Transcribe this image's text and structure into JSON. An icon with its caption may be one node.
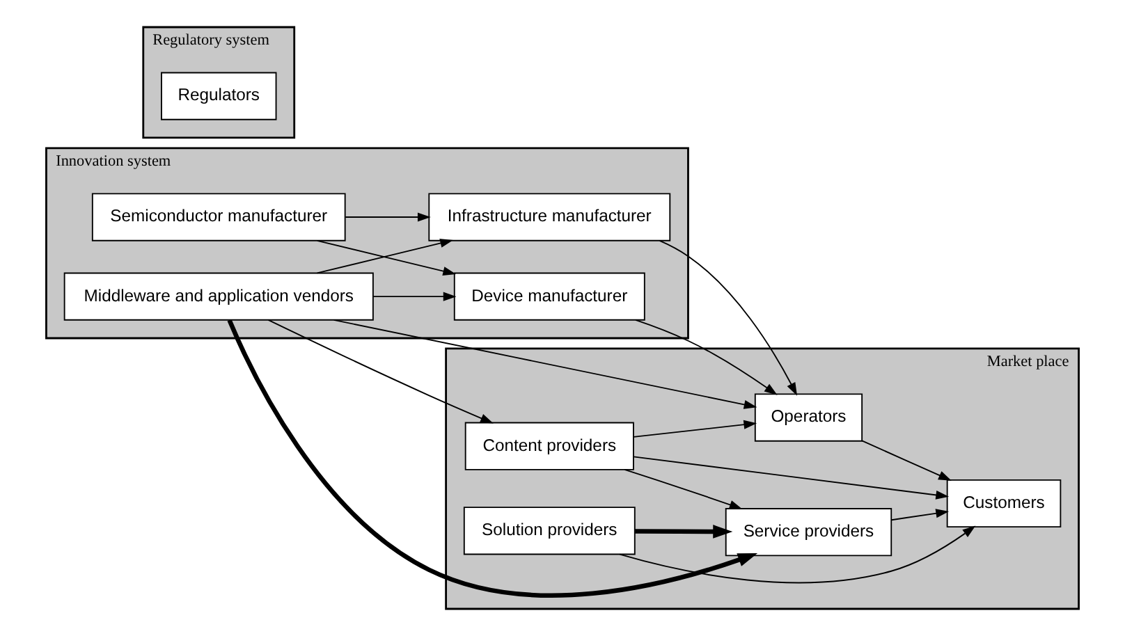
{
  "diagram": {
    "nodes": [
      {
        "text": [
          "Innovation system"
        ]
      },
      {
        "text": [
          "Device manufacturer"
        ],
        "in": 0
      },
      {
        "text": [
          "Semiconductor manufacturer"
        ],
        "in": 0
      },
      {
        "text": [
          "Middleware and application vendors"
        ],
        "in": 0
      },
      {
        "text": [
          "Infrastructure manufacturer"
        ],
        "in": 0
      },
      {
        "text": [
          "Market place"
        ]
      },
      {
        "text": [
          "Operators"
        ],
        "in": 5
      },
      {
        "text": [
          "Customers"
        ],
        "in": 5
      },
      {
        "text": [
          "Content providers"
        ],
        "in": 5
      },
      {
        "text": [
          "Solution providers"
        ],
        "in": 5
      },
      {
        "text": [
          "Service providers"
        ],
        "in": 5
      },
      {
        "text": [
          "Regulatory system"
        ]
      },
      {
        "text": [
          "Regulators"
        ],
        "in": 11
      }
    ],
    "edges": [
      {
        "from": 2,
        "to": 1,
        "arrow": "to"
      },
      {
        "from": 2,
        "to": 4,
        "arrow": "to"
      },
      {
        "from": 3,
        "to": 1,
        "arrow": "to"
      },
      {
        "from": 3,
        "to": 4,
        "arrow": "to"
      },
      {
        "from": 1,
        "to": 6,
        "arrow": "to"
      },
      {
        "from": 4,
        "to": 6,
        "arrow": "to"
      },
      {
        "from": 3,
        "to": 6,
        "arrow": "to"
      },
      {
        "from": 3,
        "to": 8,
        "arrow": "to"
      },
      {
        "from": 3,
        "to": 10,
        "arrow": "to",
        "style": "thick"
      },
      {
        "from": 9,
        "to": 10,
        "arrow": "to",
        "style": "thick"
      },
      {
        "from": 8,
        "to": 6,
        "arrow": "to"
      },
      {
        "from": 8,
        "to": 10,
        "arrow": "to"
      },
      {
        "from": 6,
        "to": 7,
        "arrow": "to"
      },
      {
        "from": 8,
        "to": 7,
        "arrow": "to"
      },
      {
        "from": 10,
        "to": 7,
        "arrow": "to"
      },
      {
        "from": 9,
        "to": 7,
        "arrow": "to"
      }
    ]
  }
}
